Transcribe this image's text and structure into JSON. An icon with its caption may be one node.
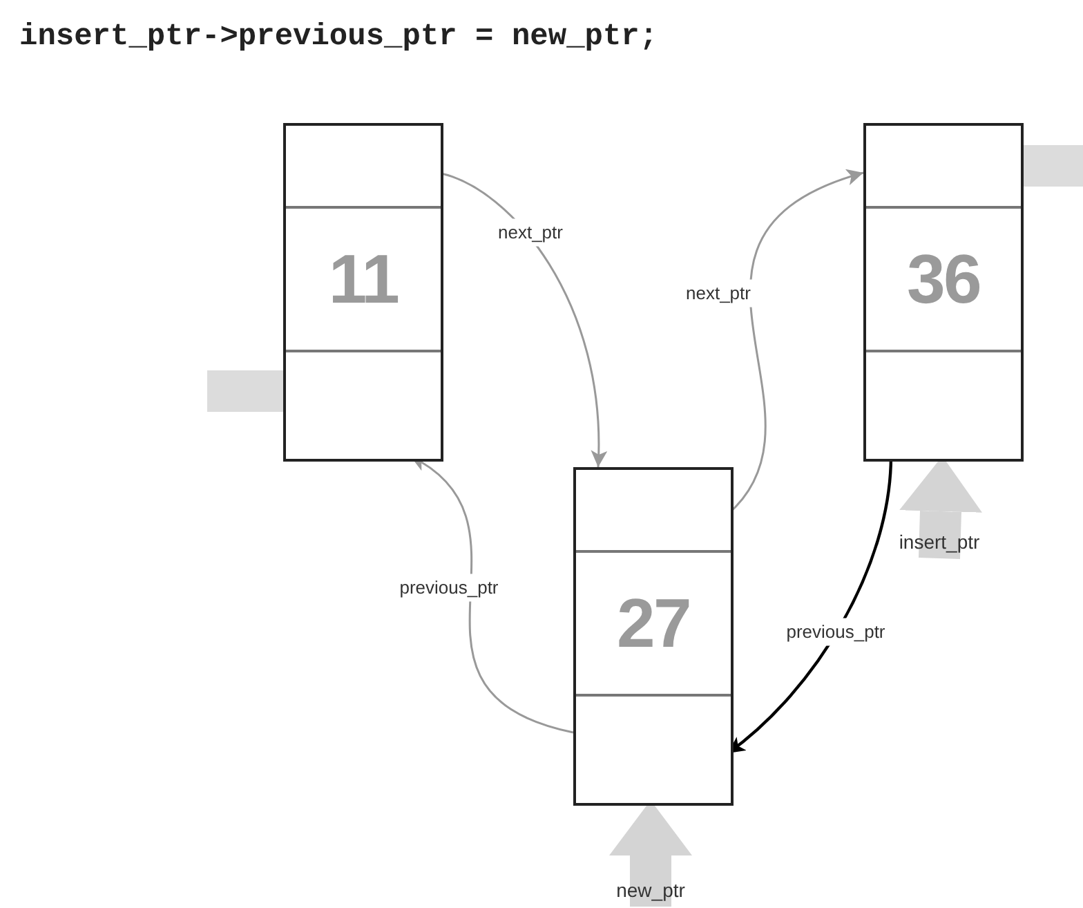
{
  "diagram": {
    "title": "insert_ptr->previous_ptr = new_ptr;",
    "nodes": [
      {
        "text": [],
        "shape": "box"
      },
      {
        "text": [],
        "shape": "box",
        "in": 0
      },
      {
        "text": [
          "11"
        ],
        "in": 0
      },
      {
        "text": [],
        "shape": "box",
        "in": 0
      },
      {
        "text": [],
        "shape": "box"
      },
      {
        "text": [],
        "shape": "box",
        "in": 4
      },
      {
        "text": [
          "36"
        ],
        "in": 4
      },
      {
        "text": [],
        "shape": "box",
        "in": 4
      },
      {
        "text": [],
        "shape": "box"
      },
      {
        "text": [],
        "shape": "box",
        "in": 8
      },
      {
        "text": [
          "27"
        ],
        "in": 8
      },
      {
        "text": [],
        "shape": "box",
        "in": 8
      },
      {
        "text": [
          "insert_ptr"
        ]
      },
      {
        "text": [
          "new_ptr"
        ]
      }
    ],
    "edges": [
      {
        "from": 1,
        "to": 9,
        "arrow": "to",
        "label": "next_ptr"
      },
      {
        "from": 9,
        "to": 5,
        "arrow": "to",
        "label": "next_ptr"
      },
      {
        "from": 11,
        "to": 3,
        "arrow": "to",
        "label": "previous_ptr"
      },
      {
        "from": 7,
        "to": 11,
        "arrow": "to",
        "label": "previous_ptr",
        "color": "#000000"
      },
      {
        "from": 12,
        "to": 4,
        "arrow": "to",
        "style": "thick",
        "color": "#d4d4d4"
      },
      {
        "from": 13,
        "to": 8,
        "arrow": "to",
        "style": "thick",
        "color": "#d4d4d4"
      },
      {
        "from": null,
        "to": 3,
        "arrow": "none",
        "style": "thick",
        "color": "#dcdcdc"
      },
      {
        "from": 5,
        "to": null,
        "arrow": "none",
        "style": "thick",
        "color": "#dcdcdc"
      }
    ]
  }
}
